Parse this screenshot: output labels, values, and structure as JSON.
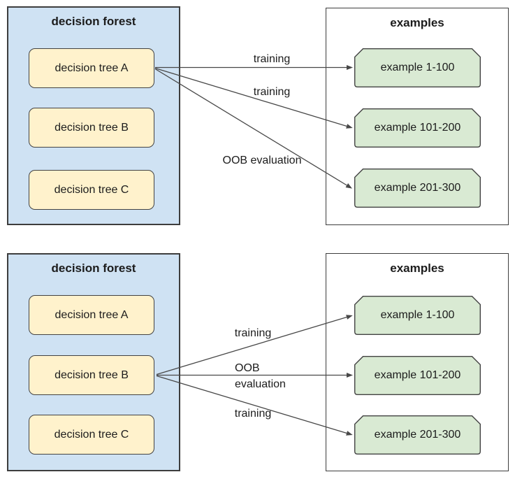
{
  "colors": {
    "forest_fill": "#cfe2f3",
    "forest_border": "#3d3d3d",
    "tree_fill": "#fff2cc",
    "tree_border": "#434343",
    "examples_fill": "#ffffff",
    "examples_border": "#3d3d3d",
    "example_fill": "#d9ead3",
    "example_border": "#434343",
    "arrow": "#484848",
    "text": "#1c1c1c"
  },
  "panels": [
    {
      "forest": {
        "title": "decision forest",
        "trees": [
          "decision tree A",
          "decision tree B",
          "decision tree C"
        ]
      },
      "examples": {
        "title": "examples",
        "items": [
          "example 1-100",
          "example 101-200",
          "example 201-300"
        ]
      },
      "arrows": [
        {
          "from": "decision tree A",
          "to": "example 1-100",
          "lines": [
            "training"
          ]
        },
        {
          "from": "decision tree A",
          "to": "example 101-200",
          "lines": [
            "training"
          ]
        },
        {
          "from": "decision tree A",
          "to": "example 201-300",
          "lines": [
            "OOB evaluation"
          ]
        }
      ]
    },
    {
      "forest": {
        "title": "decision forest",
        "trees": [
          "decision tree A",
          "decision tree B",
          "decision tree C"
        ]
      },
      "examples": {
        "title": "examples",
        "items": [
          "example 1-100",
          "example 101-200",
          "example 201-300"
        ]
      },
      "arrows": [
        {
          "from": "decision tree B",
          "to": "example 1-100",
          "lines": [
            "training"
          ]
        },
        {
          "from": "decision tree B",
          "to": "example 101-200",
          "lines": [
            "OOB",
            "evaluation"
          ]
        },
        {
          "from": "decision tree B",
          "to": "example 201-300",
          "lines": [
            "training"
          ]
        }
      ]
    }
  ]
}
